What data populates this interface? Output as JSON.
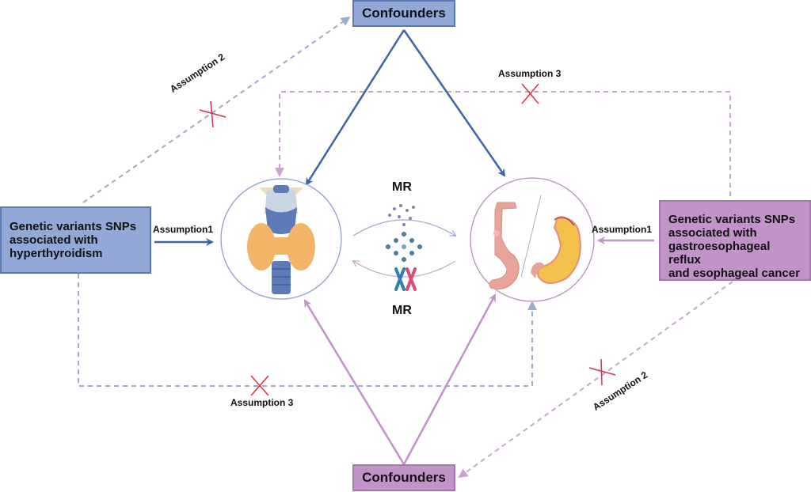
{
  "diagram": {
    "top_box": {
      "label": "Confounders",
      "color": "#93a8d6"
    },
    "bottom_box": {
      "label": "Confounders",
      "color": "#c193c9"
    },
    "left_box": {
      "label_lines": [
        "Genetic variants SNPs",
        "associated with",
        "hyperthyroidism"
      ],
      "color": "#93a8d6"
    },
    "right_box": {
      "label_lines": [
        "Genetic variants SNPs",
        "associated with",
        "gastroesophageal reflux",
        "and esophageal cancer"
      ],
      "color": "#c193c9"
    },
    "left_circle": {
      "icon": "thyroid-icon",
      "subject": "hyperthyroidism"
    },
    "right_circle": {
      "icon": "esophagus-stomach-icon",
      "subject": "gastroesophageal reflux / esophageal cancer"
    },
    "center": {
      "top_label": "MR",
      "bottom_label": "MR",
      "icons": [
        "antibody-icon",
        "population-icon",
        "chromosome-icon"
      ]
    },
    "labels": {
      "left_assumption1": "Assumption1",
      "right_assumption1": "Assumption1",
      "left_assumption2": "Assumption 2",
      "right_assumption2": "Assumption 2",
      "top_assumption3": "Assumption 3",
      "bottom_assumption3": "Assumption 3"
    },
    "colors": {
      "blue": "#3d63a8",
      "purple": "#c391c9",
      "blue_dashed": "#9aabcc",
      "purple_dashed": "#c8a4cc",
      "cross": "#d6304a"
    }
  }
}
